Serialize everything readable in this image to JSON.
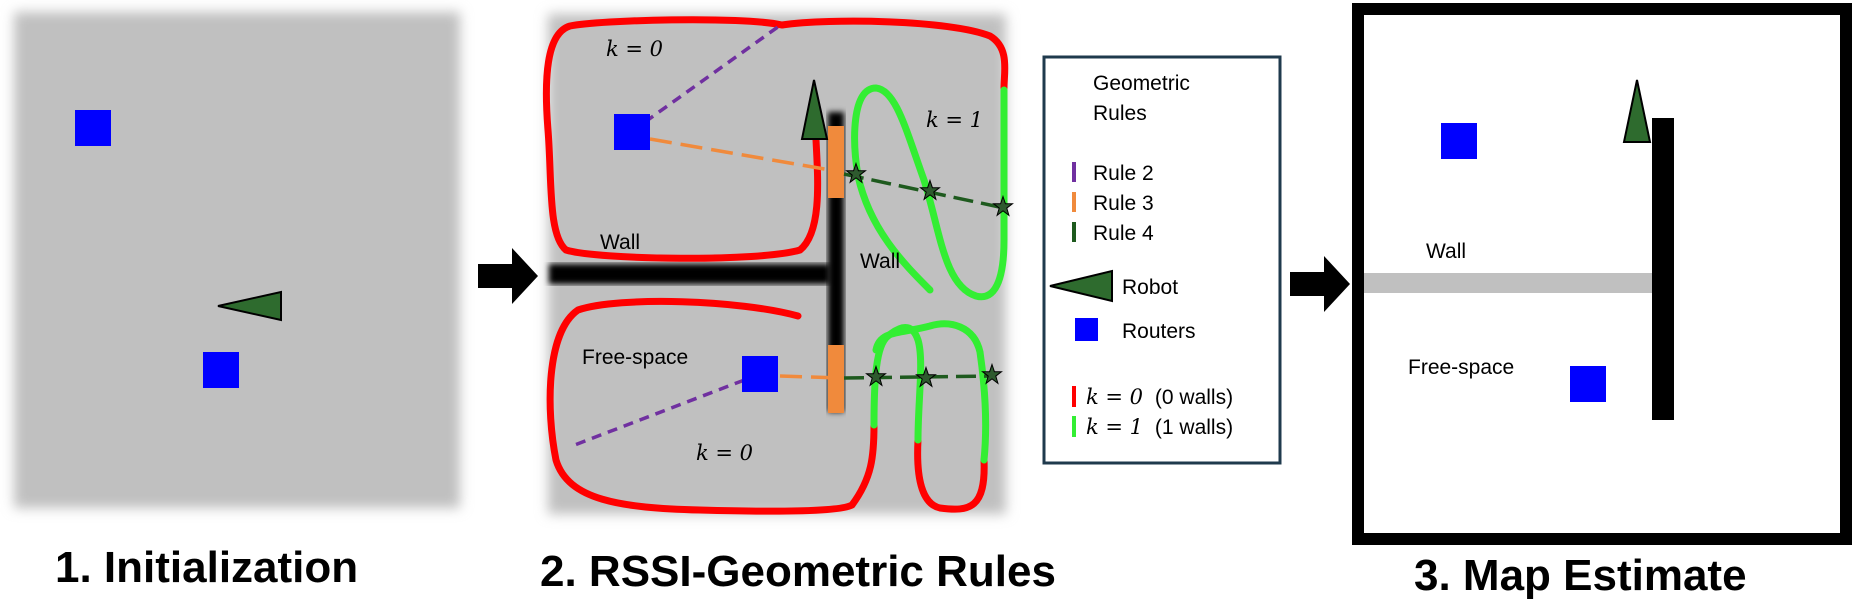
{
  "panels": [
    {
      "title": "1. Initialization"
    },
    {
      "title": "2. RSSI-Geometric Rules"
    },
    {
      "title": "3. Map Estimate"
    }
  ],
  "panel2": {
    "labels": {
      "k0_top": "k = 0",
      "k1_top": "k = 1",
      "k0_bottom": "k = 0",
      "wall_left": "Wall",
      "wall_center": "Wall",
      "free_space": "Free-space"
    }
  },
  "legend": {
    "title_line1": "Geometric",
    "title_line2": "Rules",
    "items": [
      {
        "label": "Rule 2",
        "color": "#7030A0"
      },
      {
        "label": "Rule 3",
        "color": "#F08A3C"
      },
      {
        "label": "Rule 4",
        "color": "#1E5A1E"
      }
    ],
    "robot_label": "Robot",
    "routers_label": "Routers",
    "k_items": [
      {
        "math": "k = 0",
        "text": "(0 walls)",
        "color": "#FF0000"
      },
      {
        "math": "k = 1",
        "text": "(1 walls)",
        "color": "#33EE33"
      }
    ]
  },
  "panel3": {
    "wall_label": "Wall",
    "free_space_label": "Free-space"
  },
  "colors": {
    "router": "#0000FF",
    "robot": "#2E6B2E",
    "gray_area": "#C0C0C0",
    "k0": "#FF0000",
    "k1": "#33EE33",
    "rule2": "#7030A0",
    "rule3": "#F08A3C",
    "rule4": "#1E5A1E"
  }
}
